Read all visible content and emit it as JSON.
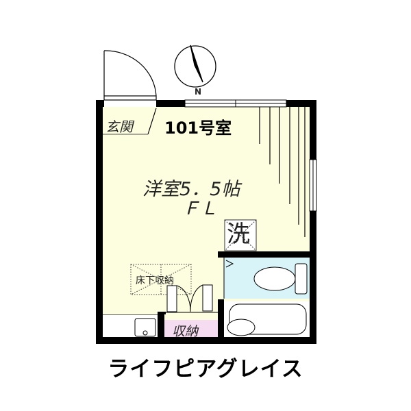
{
  "plan": {
    "entrance_label": "玄関",
    "room_number": "101号室",
    "room_label": "洋室5．5帖",
    "floor_label": "ＦＬ",
    "washer_label": "洗",
    "underfloor_storage_label": "床下収納",
    "storage_label": "収納",
    "compass_label": "N"
  },
  "building_name": "ライフピアグレイス",
  "colors": {
    "room": "#fdfde0",
    "toilet": "#d8f4f8",
    "storage": "#f6dcf0",
    "wall": "#000000"
  }
}
